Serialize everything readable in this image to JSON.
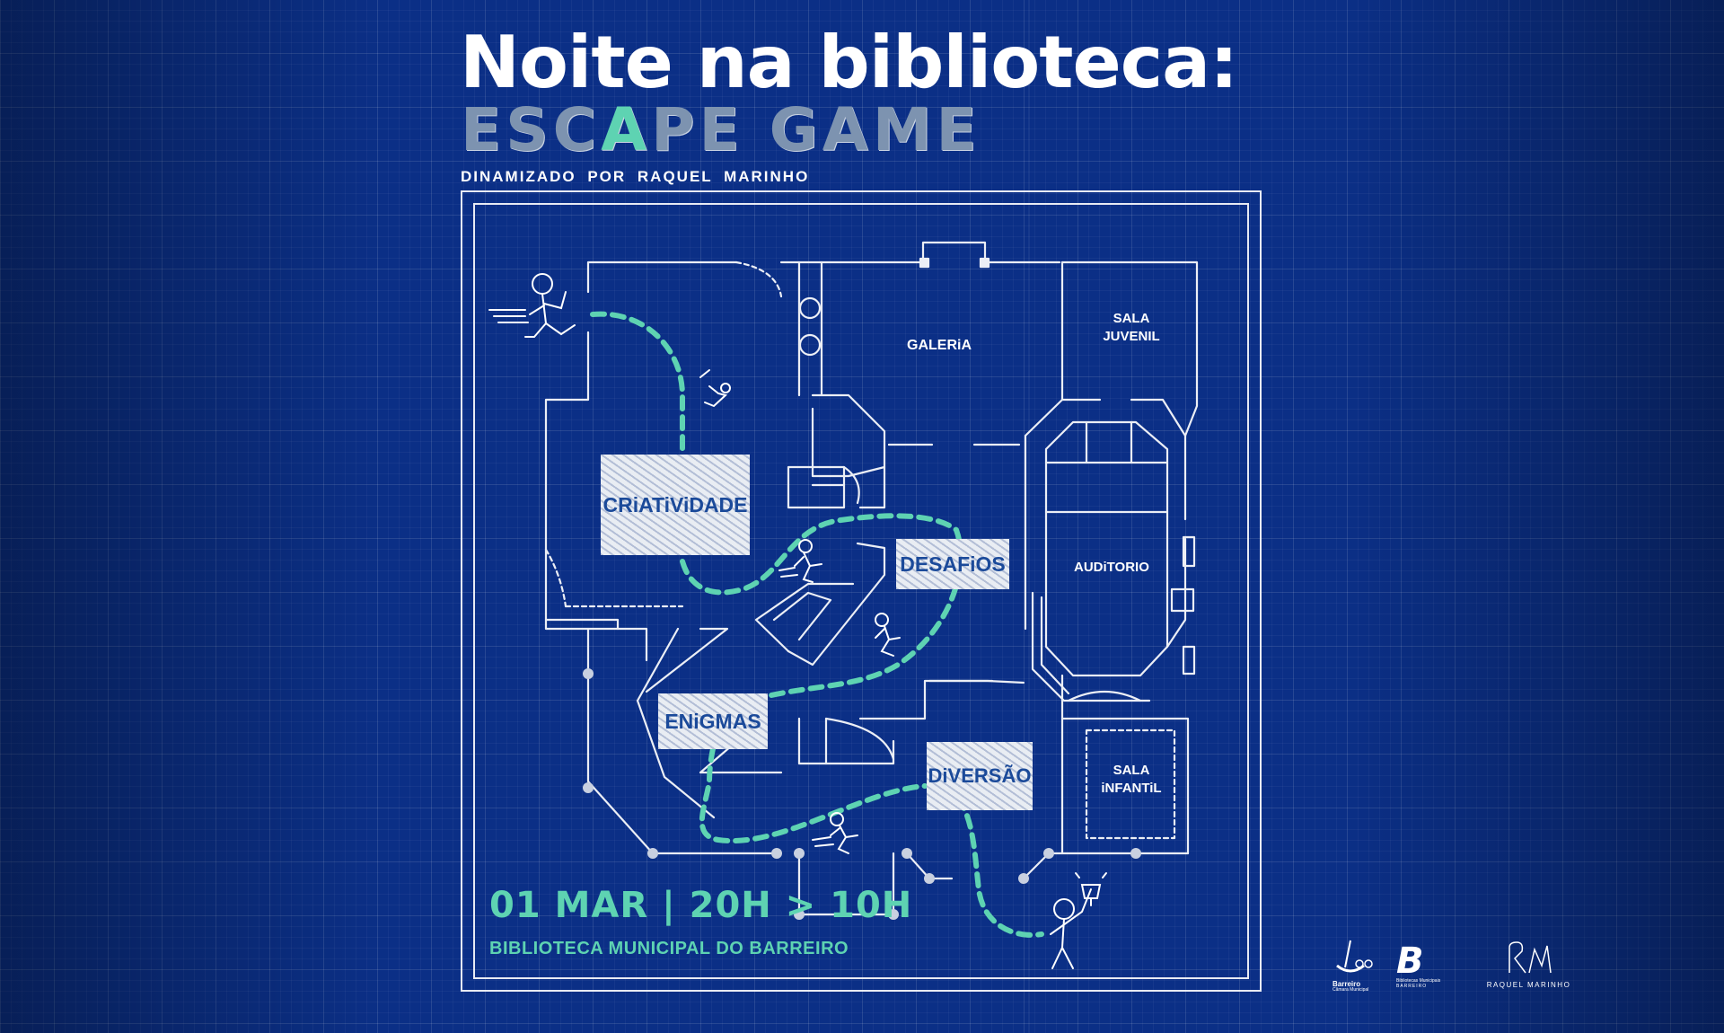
{
  "poster": {
    "title_line1": "Noite na biblioteca:",
    "title_line2_part1": "ESC",
    "title_line2_accent": "A",
    "title_line2_part2": "PE GAME",
    "subtitle": "DINAMIZADO POR RAQUEL MARINHO"
  },
  "rooms": {
    "galeria": "GALERiA",
    "sala_juvenil_1": "SALA",
    "sala_juvenil_2": "JUVENIL",
    "auditorio": "AUDiTORIO",
    "sala_infantil_1": "SALA",
    "sala_infantil_2": "iNFANTiL"
  },
  "tags": {
    "criatividade": "CRiATiViDADE",
    "desafios": "DESAFiOS",
    "enigmas": "ENiGMAS",
    "diversao": "DiVERSÃO"
  },
  "event": {
    "date": "01 MAR | 20H > 10H",
    "venue": "BIBLIOTECA MUNICIPAL DO BARREIRO"
  },
  "logos": {
    "barreiro_1": "Barreiro",
    "barreiro_2": "Câmara Municipal",
    "bibliotecas_1": "Bibliotecas Municipais",
    "bibliotecas_2": "BARREIRO",
    "raquel": "RAQUEL MARINHO"
  },
  "colors": {
    "background": "#0b2f86",
    "accent_teal": "#5ed3b2",
    "line_white": "#ffffff",
    "tag_text": "#1b4a9a"
  }
}
